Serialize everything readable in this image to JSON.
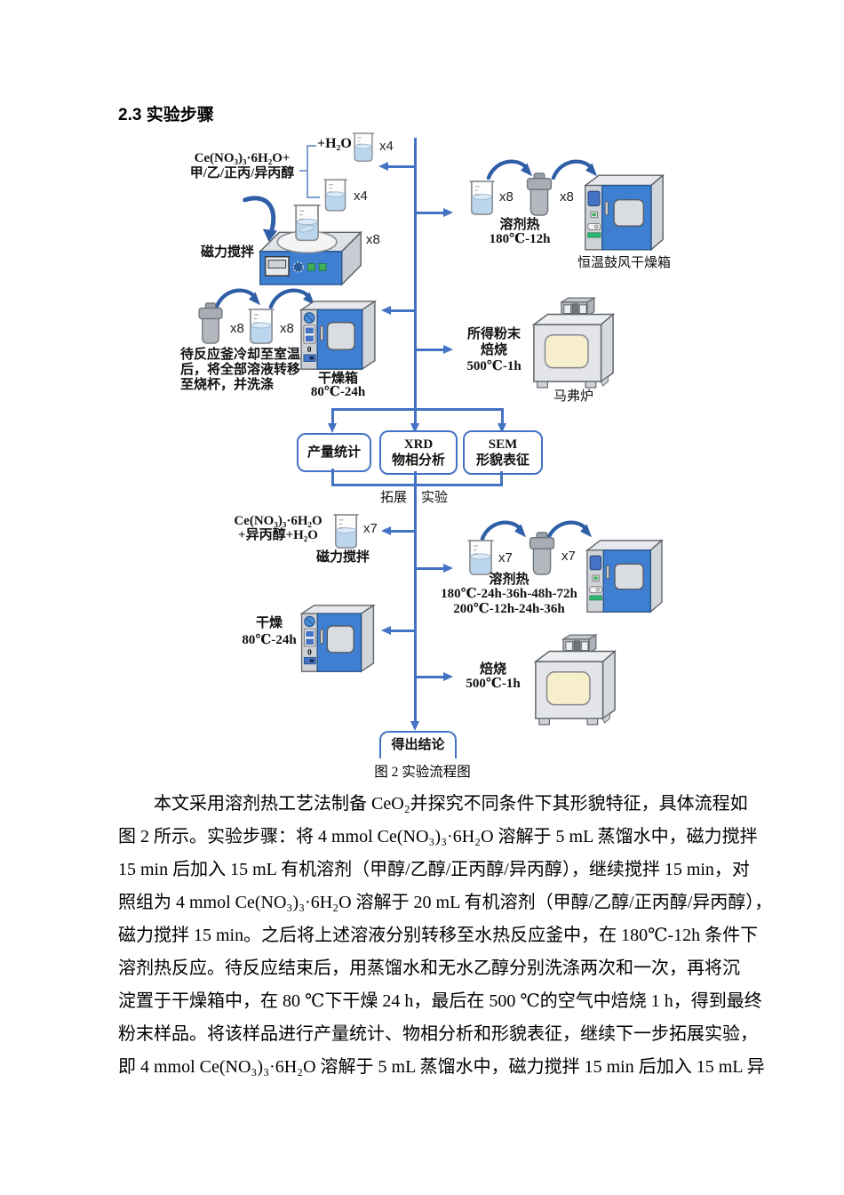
{
  "page": {
    "heading": "2.3 实验步骤",
    "caption": "图 2 实验流程图"
  },
  "colors": {
    "arrow_blue": "#4472C4",
    "curve_blue": "#2e5ea6",
    "bracket_blue": "#7f9ed0",
    "oven_door_blue": "#3f7fd2",
    "furnace_window_cream": "#f7eecb",
    "beaker_water_blue": "#bcd6ee"
  },
  "fc": {
    "tl": {
      "r1": "Ce(NO₃)₃·6H₂O+",
      "r2": "甲/乙/正丙/异丙醇",
      "h2o": "+H₂O",
      "b1": "x4",
      "b2": "x4",
      "stir": "磁力搅拌",
      "n8": "x8"
    },
    "tr": {
      "nb": "x8",
      "na": "x8",
      "p": "溶剂热",
      "c": "180℃-12h",
      "oven": "恒温鼓风干燥箱"
    },
    "ml": {
      "na": "x8",
      "nb": "x8",
      "t1": "待反应釜冷却至室温",
      "t2": "后，将全部溶液转移",
      "t3": "至烧杯，并洗涤",
      "oven": "干燥箱",
      "cond": "80℃-24h"
    },
    "mr": {
      "t1": "所得粉末",
      "t2": "焙烧",
      "t3": "500℃-1h",
      "furnace": "马弗炉"
    },
    "boxes": {
      "b1": "产量统计",
      "b2a": "XRD",
      "b2b": "物相分析",
      "b3a": "SEM",
      "b3b": "形貌表征"
    },
    "expand1": "拓展",
    "expand2": "实验",
    "bl": {
      "r1": "Ce(NO₃)₃·6H₂O",
      "r2": "+异丙醇+H₂O",
      "nb": "x7",
      "stir": "磁力搅拌",
      "dry": "干燥",
      "cond": "80℃-24h"
    },
    "br": {
      "nb": "x7",
      "na": "x7",
      "p": "溶剂热",
      "c1": "180℃-24h-36h-48h-72h",
      "c2": "200℃-12h-24h-36h",
      "cal": "焙烧",
      "calc": "500℃-1h"
    },
    "conclusion": "得出结论"
  },
  "paragraph": {
    "lines": [
      "本文采用溶剂热工艺法制备 CeO₂并探究不同条件下其形貌特征，具体流程如",
      "图 2 所示。实验步骤：将 4 mmol Ce(NO₃)₃·6H₂O 溶解于 5 mL 蒸馏水中，磁力搅拌",
      "15 min 后加入 15 mL 有机溶剂（甲醇/乙醇/正丙醇/异丙醇），继续搅拌 15 min，对",
      "照组为 4 mmol Ce(NO₃)₃·6H₂O 溶解于 20 mL 有机溶剂（甲醇/乙醇/正丙醇/异丙醇），",
      "磁力搅拌 15 min。之后将上述溶液分别转移至水热反应釜中，在 180℃-12h 条件下",
      "溶剂热反应。待反应结束后，用蒸馏水和无水乙醇分别洗涤两次和一次，再将沉",
      "淀置于干燥箱中，在 80 ℃下干燥 24 h，最后在 500 ℃的空气中焙烧 1 h，得到最终",
      "粉末样品。将该样品进行产量统计、物相分析和形貌表征，继续下一步拓展实验，",
      "即 4 mmol Ce(NO₃)₃·6H₂O 溶解于 5 mL 蒸馏水中，磁力搅拌 15 min 后加入 15 mL 异"
    ]
  }
}
